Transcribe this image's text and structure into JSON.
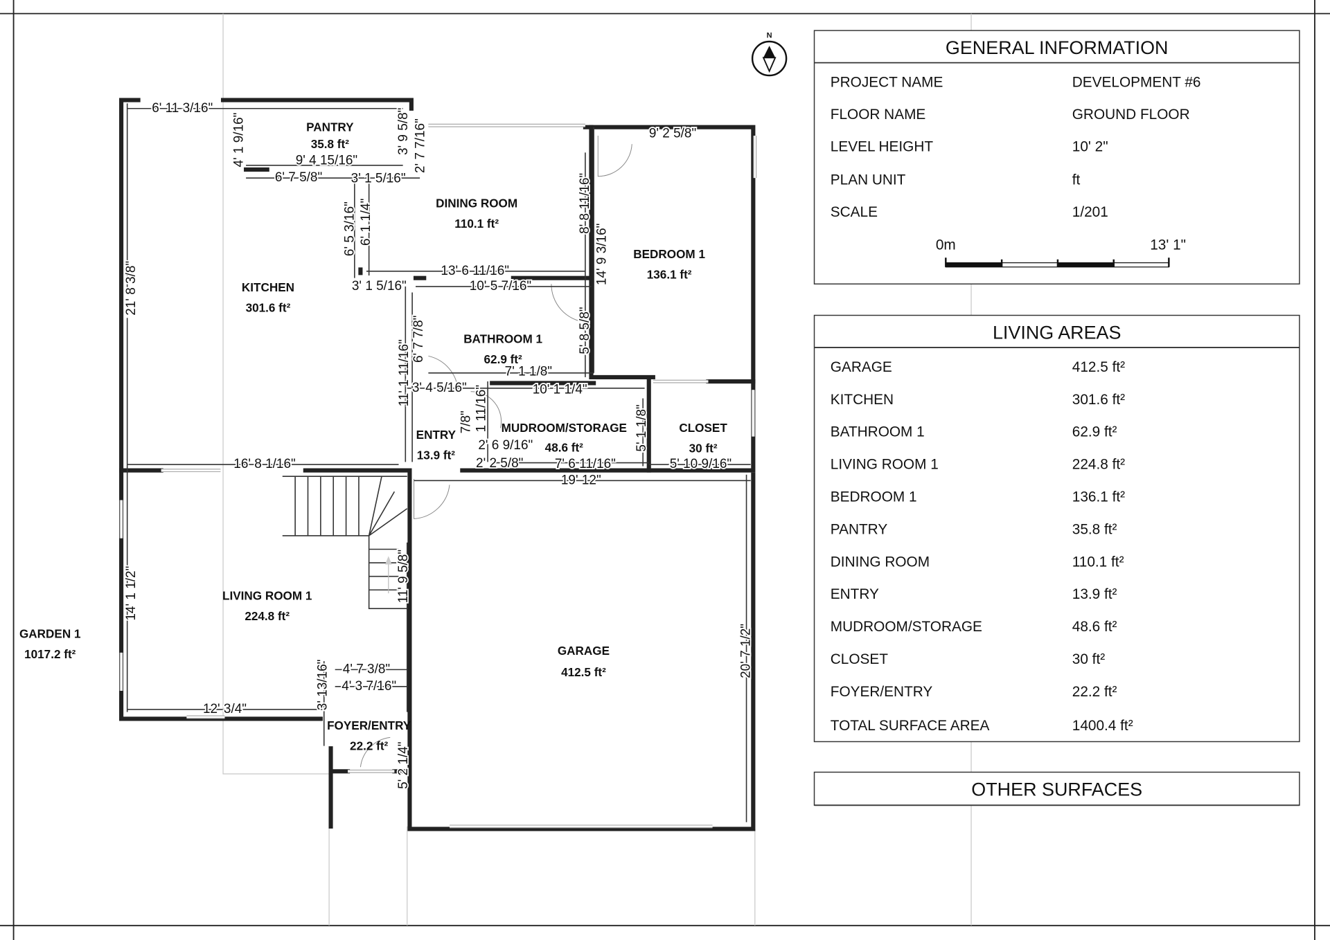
{
  "compass": {
    "label": "N",
    "icon": "north-arrow-compass-icon"
  },
  "rooms": [
    {
      "name": "KITCHEN",
      "area": "301.6 ft²"
    },
    {
      "name": "PANTRY",
      "area": "35.8 ft²"
    },
    {
      "name": "DINING ROOM",
      "area": "110.1 ft²"
    },
    {
      "name": "BEDROOM 1",
      "area": "136.1 ft²"
    },
    {
      "name": "BATHROOM 1",
      "area": "62.9 ft²"
    },
    {
      "name": "ENTRY",
      "area": "13.9 ft²"
    },
    {
      "name": "MUDROOM/STORAGE",
      "area": "48.6 ft²"
    },
    {
      "name": "CLOSET",
      "area": "30 ft²"
    },
    {
      "name": "LIVING ROOM 1",
      "area": "224.8 ft²"
    },
    {
      "name": "GARAGE",
      "area": "412.5 ft²"
    },
    {
      "name": "FOYER/ENTRY",
      "area": "22.2 ft²"
    },
    {
      "name": "GARDEN 1",
      "area": "1017.2 ft²"
    }
  ],
  "dimensions": [
    "6' 11 3/16\"",
    "4' 1 9/16\"",
    "9' 4 15/16\"",
    "3' 9 5/8\"",
    "2' 7 7/16\"",
    "6' 7 5/8\"",
    "3' 1 5/16\"",
    "6' 5 3/16\"",
    "6' 1 1/4\"",
    "13' 6 11/16\"",
    "3' 1 5/16\"",
    "10' 5 7/16\"",
    "21' 8 3/8\"",
    "8' 8 11/16\"",
    "14' 9 3/16\"",
    "9' 2 5/8\"",
    "6' 7 7/8\"",
    "11' 1 11/16\"",
    "5' 8 5/8\"",
    "7' 1 1/8\"",
    "3' 4 5/16\"",
    "10' 1 1/4\"",
    "1 11/16\"",
    "7/8\"",
    "2' 6 9/16\"",
    "2' 2 5/8\"",
    "7' 6 11/16\"",
    "5' 1 1/8\"",
    "5' 10 9/16\"",
    "16' 8 1/16\"",
    "19' 12\"",
    "14' 1 1/2\"",
    "11' 9 5/8\"",
    "20' 7 1/2\"",
    "4' 7 3/8\"",
    "4' 3 7/16\"",
    "3' 13/16\"",
    "12' 3/4\"",
    "5' 2 1/4\""
  ],
  "general_information": {
    "title": "GENERAL INFORMATION",
    "rows": [
      {
        "label": "PROJECT NAME",
        "value": "DEVELOPMENT #6"
      },
      {
        "label": "FLOOR NAME",
        "value": "GROUND FLOOR"
      },
      {
        "label": "LEVEL HEIGHT",
        "value": "10' 2\""
      },
      {
        "label": "PLAN UNIT",
        "value": "ft"
      },
      {
        "label": "SCALE",
        "value": "1/201"
      }
    ],
    "scale_bar": {
      "start_label": "0m",
      "end_label": "13' 1\""
    }
  },
  "living_areas": {
    "title": "LIVING AREAS",
    "rows": [
      {
        "label": "GARAGE",
        "value": "412.5 ft²"
      },
      {
        "label": "KITCHEN",
        "value": "301.6 ft²"
      },
      {
        "label": "BATHROOM 1",
        "value": "62.9 ft²"
      },
      {
        "label": "LIVING ROOM 1",
        "value": "224.8 ft²"
      },
      {
        "label": "BEDROOM 1",
        "value": "136.1 ft²"
      },
      {
        "label": "PANTRY",
        "value": "35.8 ft²"
      },
      {
        "label": "DINING ROOM",
        "value": "110.1 ft²"
      },
      {
        "label": "ENTRY",
        "value": "13.9 ft²"
      },
      {
        "label": "MUDROOM/STORAGE",
        "value": "48.6 ft²"
      },
      {
        "label": "CLOSET",
        "value": "30 ft²"
      },
      {
        "label": "FOYER/ENTRY",
        "value": "22.2 ft²"
      },
      {
        "label": "TOTAL SURFACE AREA",
        "value": "1400.4 ft²"
      }
    ]
  },
  "other_surfaces": {
    "title": "OTHER SURFACES"
  }
}
